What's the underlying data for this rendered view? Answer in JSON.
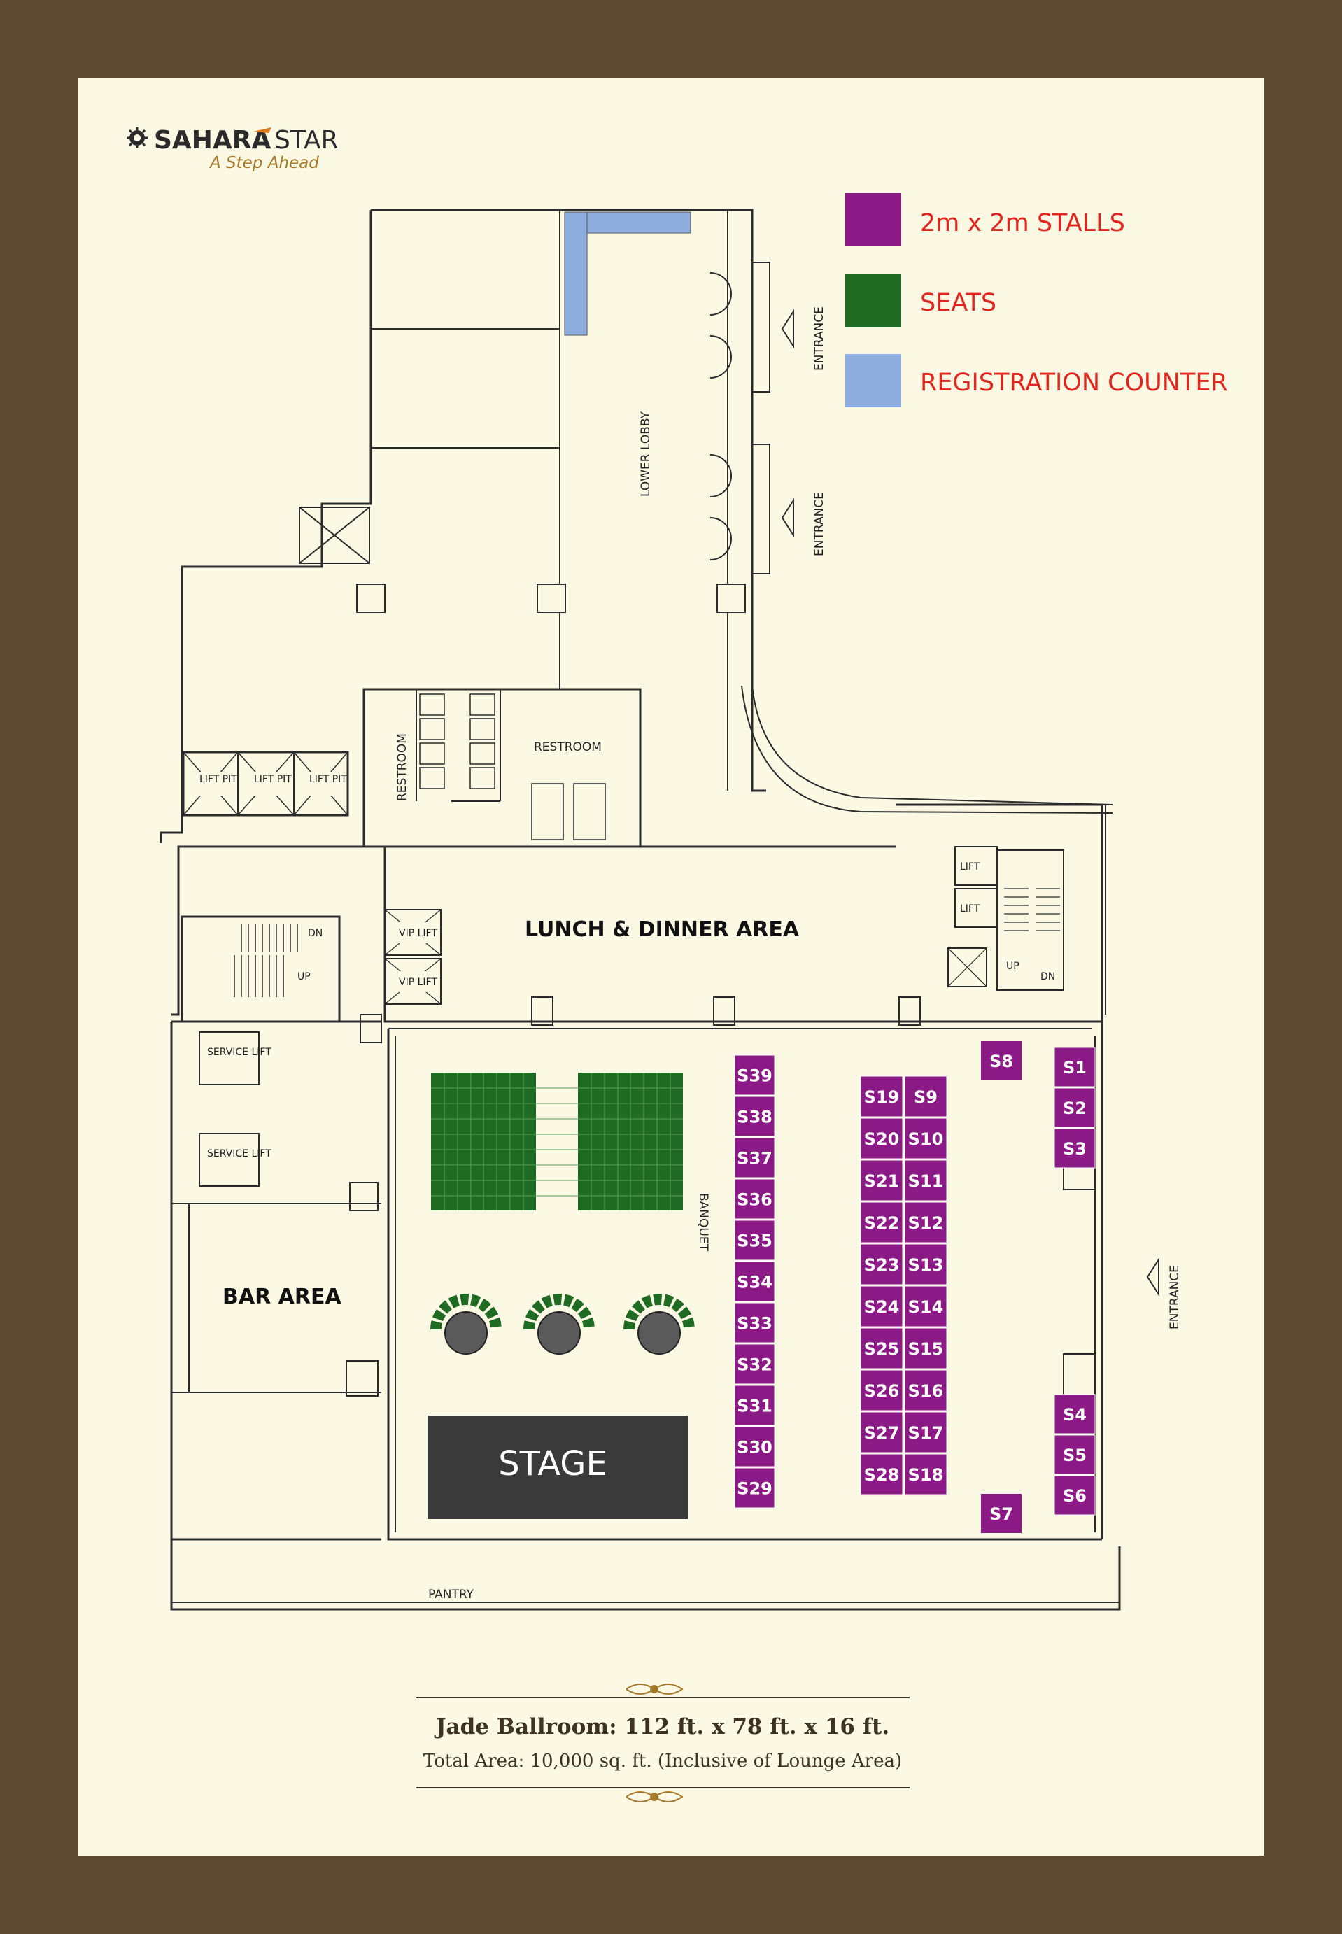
{
  "brand": {
    "name_bold": "SAHARA",
    "name_light": "STAR",
    "tagline": "A Step Ahead"
  },
  "legend": [
    {
      "label": "2m x 2m STALLS",
      "color": "#8c1a86"
    },
    {
      "label": "SEATS",
      "color": "#1f6b23"
    },
    {
      "label": "REGISTRATION COUNTER",
      "color": "#8eaee0"
    }
  ],
  "rooms": {
    "lower_lobby": "LOWER LOBBY",
    "entrance": "ENTRANCE",
    "restroom": "RESTROOM",
    "lift_pit": "LIFT PIT",
    "lift": "LIFT",
    "vip_lift": "VIP LIFT",
    "service_lift": "SERVICE LIFT",
    "lunch_dinner": "LUNCH & DINNER AREA",
    "bar_area": "BAR AREA",
    "banquet": "BANQUET",
    "stage": "STAGE",
    "pantry": "PANTRY",
    "up": "UP",
    "dn": "DN"
  },
  "stalls": {
    "left_column": [
      "S39",
      "S38",
      "S37",
      "S36",
      "S35",
      "S34",
      "S33",
      "S32",
      "S31",
      "S30",
      "S29"
    ],
    "center_left": [
      "S19",
      "S20",
      "S21",
      "S22",
      "S23",
      "S24",
      "S25",
      "S26",
      "S27",
      "S28"
    ],
    "center_right": [
      "S9",
      "S10",
      "S11",
      "S12",
      "S13",
      "S14",
      "S15",
      "S16",
      "S17",
      "S18"
    ],
    "right_top": [
      "S1",
      "S2",
      "S3"
    ],
    "right_bottom": [
      "S4",
      "S5",
      "S6"
    ],
    "top_single": "S8",
    "bottom_single": "S7"
  },
  "caption": {
    "title": "Jade Ballroom: 112 ft. x 78 ft. x 16 ft.",
    "subtitle": "Total Area: 10,000 sq. ft. (Inclusive of Lounge Area)"
  }
}
